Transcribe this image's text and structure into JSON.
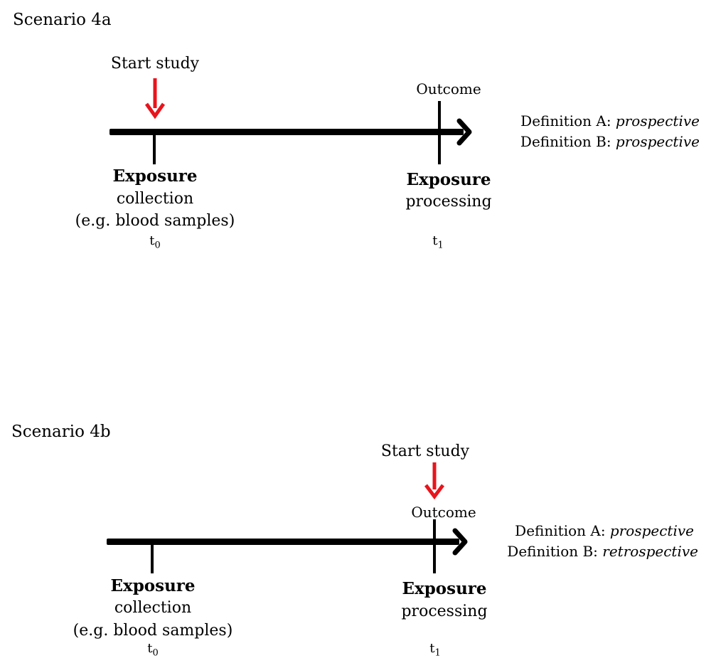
{
  "scenario_a": {
    "title": "Scenario 4a",
    "start_label": "Start study",
    "outcome_label": "Outcome",
    "collection": {
      "heading": "Exposure",
      "line1": "collection",
      "line2": "(e.g.  blood samples)",
      "time_base": "t",
      "time_sub": "0"
    },
    "processing": {
      "heading": "Exposure",
      "line1": "processing",
      "time_base": "t",
      "time_sub": "1"
    },
    "definitions": [
      {
        "label": "Definition A:",
        "value": "prospective"
      },
      {
        "label": "Definition B:",
        "value": "prospective"
      }
    ]
  },
  "scenario_b": {
    "title": "Scenario 4b",
    "start_label": "Start study",
    "outcome_label": "Outcome",
    "collection": {
      "heading": "Exposure",
      "line1": "collection",
      "line2": "(e.g.  blood samples)",
      "time_base": "t",
      "time_sub": "0"
    },
    "processing": {
      "heading": "Exposure",
      "line1": "processing",
      "time_base": "t",
      "time_sub": "1"
    },
    "definitions": [
      {
        "label": "Definition A:",
        "value": "prospective"
      },
      {
        "label": "Definition B:",
        "value": "retrospective"
      }
    ]
  },
  "colors": {
    "start_arrow": "#e8141c",
    "timeline": "#000000"
  }
}
